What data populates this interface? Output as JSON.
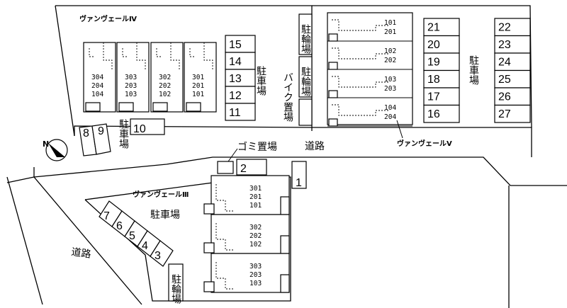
{
  "buildings": {
    "iv": {
      "name": "ヴァンヴェールⅣ",
      "units": [
        {
          "top": "304",
          "mid": "204",
          "bot": "104"
        },
        {
          "top": "303",
          "mid": "203",
          "bot": "103"
        },
        {
          "top": "302",
          "mid": "202",
          "bot": "102"
        },
        {
          "top": "301",
          "mid": "201",
          "bot": "101"
        }
      ]
    },
    "v": {
      "name": "ヴァンヴェールⅤ",
      "units": [
        {
          "top": "101",
          "mid": "201"
        },
        {
          "top": "102",
          "mid": "202"
        },
        {
          "top": "103",
          "mid": "203"
        },
        {
          "top": "104",
          "mid": "204"
        }
      ]
    },
    "iii": {
      "name": "ヴァンヴェールⅢ",
      "units": [
        {
          "top": "301",
          "mid": "201",
          "bot": "101"
        },
        {
          "top": "302",
          "mid": "202",
          "bot": "102"
        },
        {
          "top": "303",
          "mid": "203",
          "bot": "103"
        }
      ]
    }
  },
  "parking": {
    "iv_column": [
      "15",
      "14",
      "13",
      "12",
      "11"
    ],
    "iv_side": [
      "8",
      "9",
      "10"
    ],
    "v_left": [
      "21",
      "20",
      "19",
      "18",
      "17",
      "16"
    ],
    "v_right": [
      "22",
      "23",
      "24",
      "25",
      "26",
      "27"
    ],
    "center": [
      "2",
      "1"
    ],
    "iii_diag": [
      "7",
      "6",
      "5",
      "4",
      "3"
    ]
  },
  "labels": {
    "parking": "駐車場",
    "bicycle": "駐輪場",
    "bike": "バイク置場",
    "garbage": "ゴミ置場",
    "road_top": "道路",
    "road_left": "道路",
    "compass": "N"
  }
}
